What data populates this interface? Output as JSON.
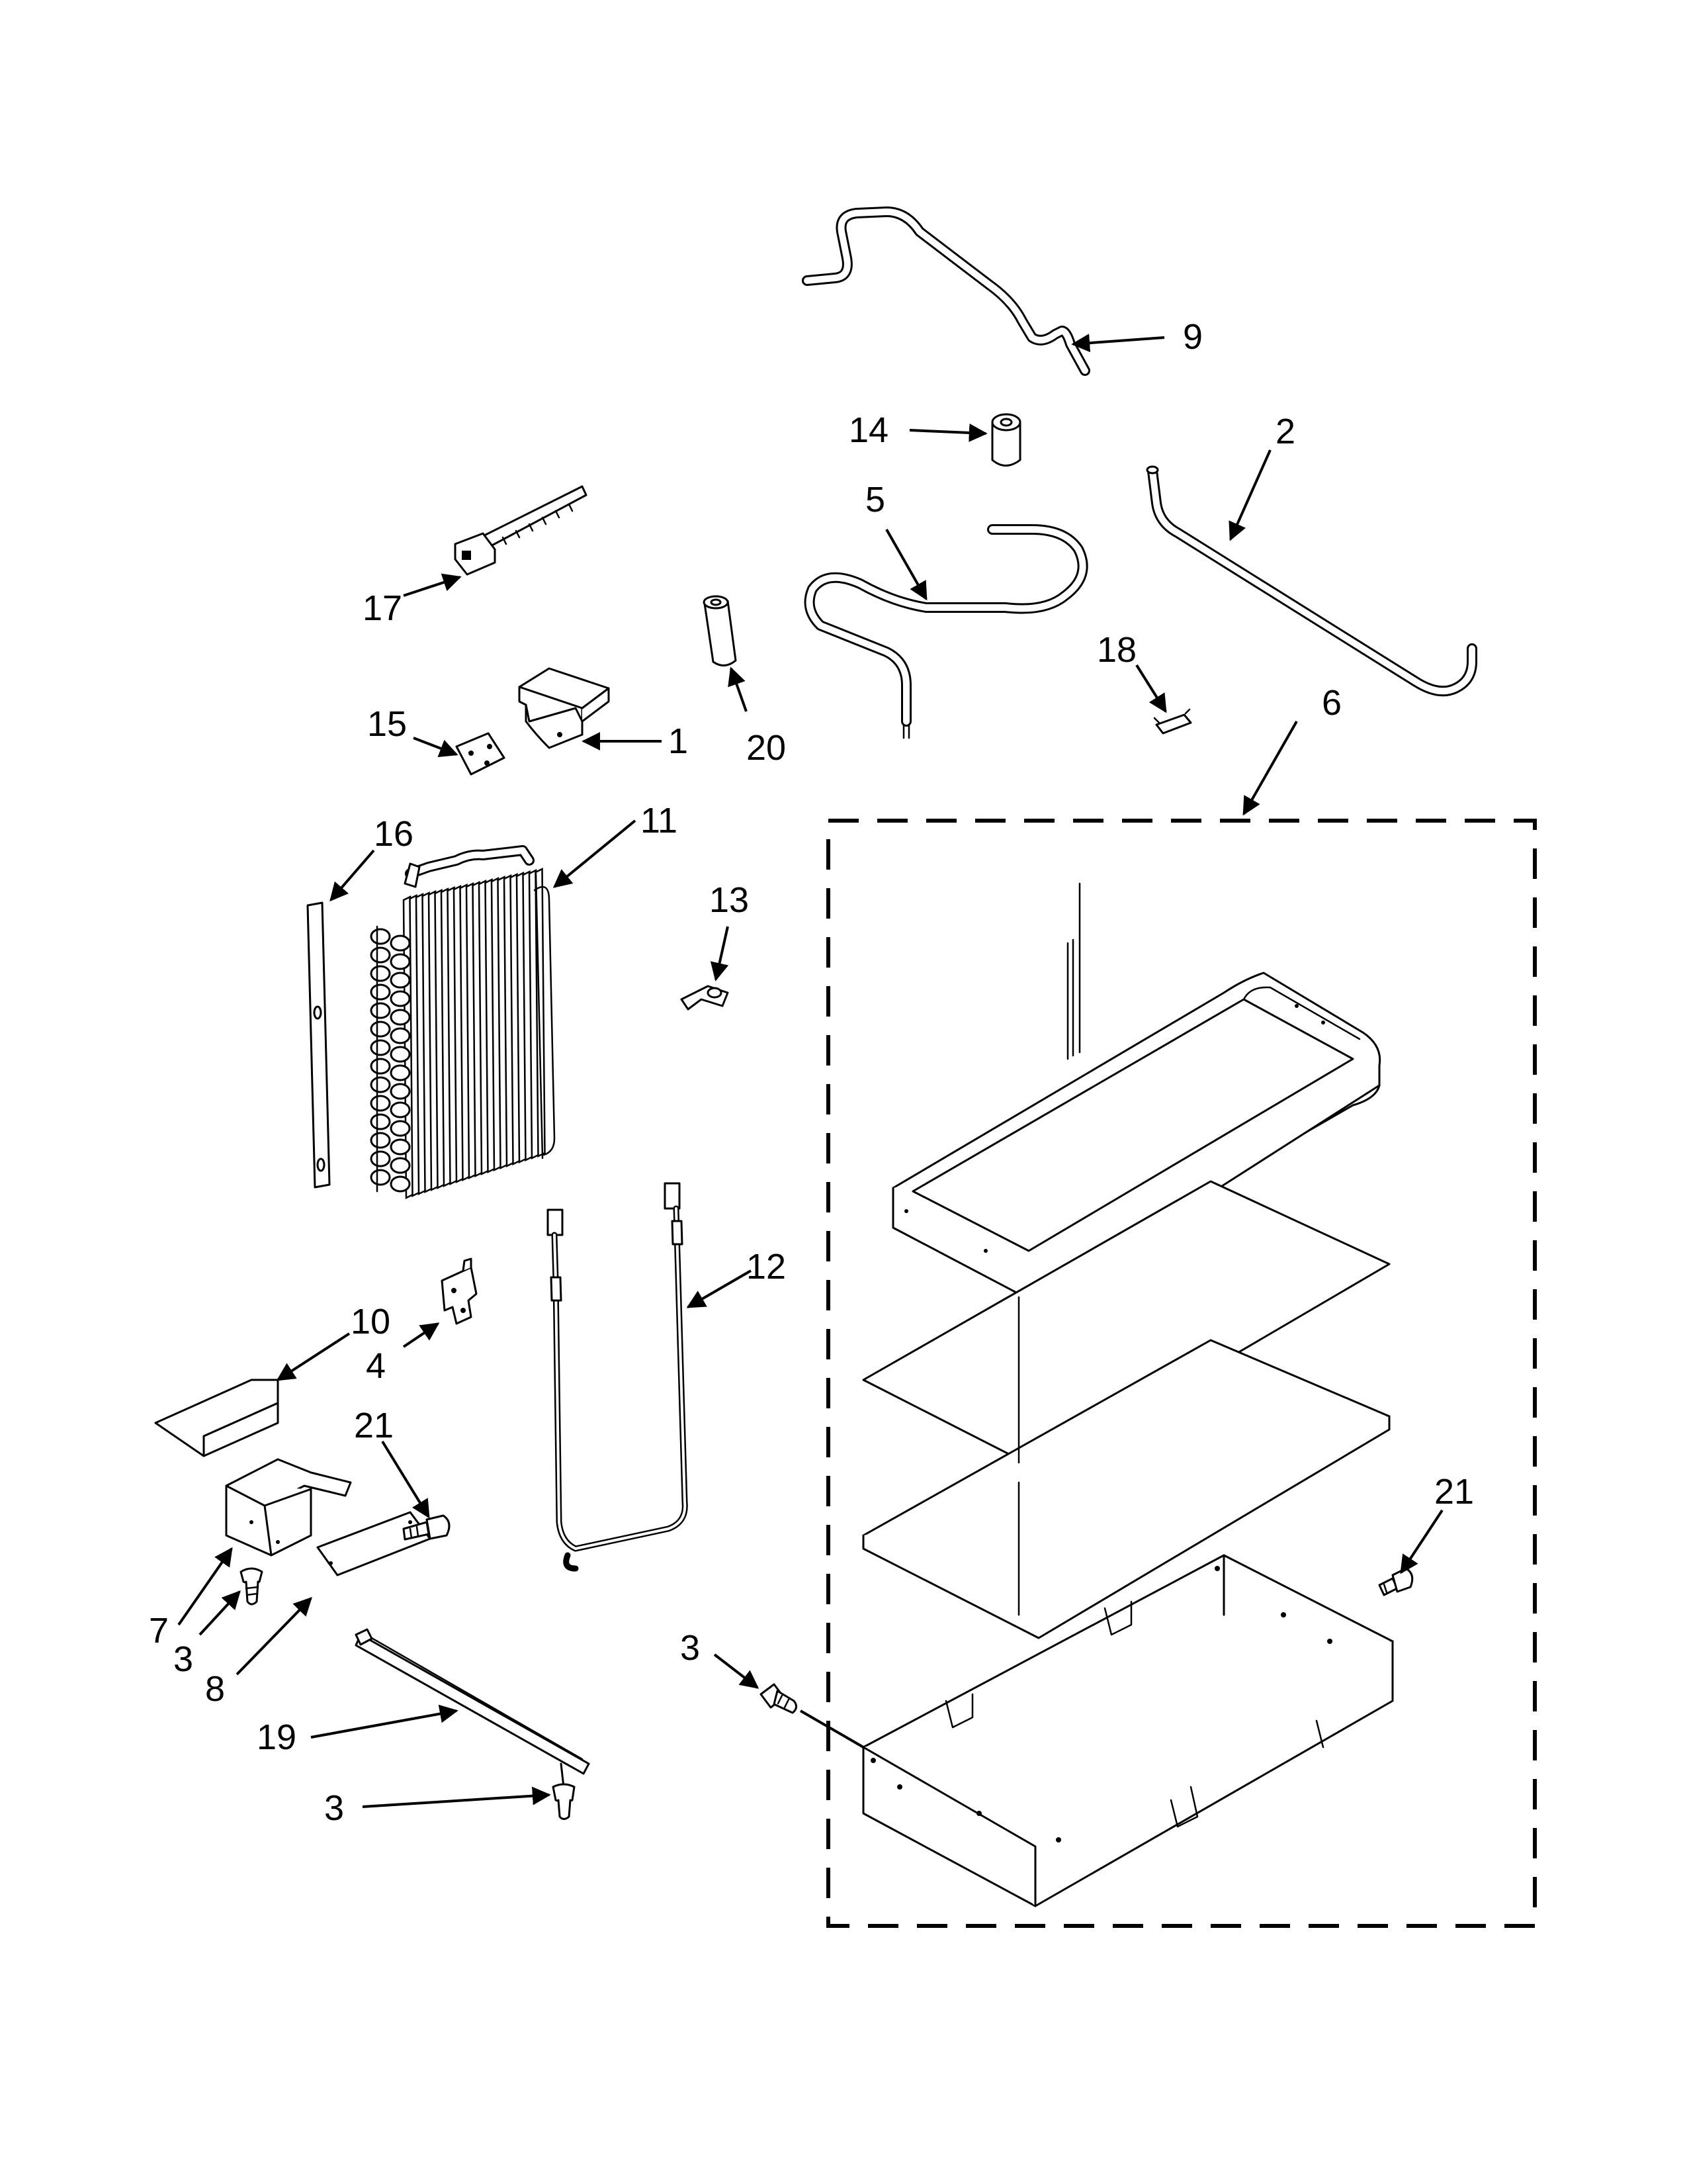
{
  "diagram": {
    "callouts": {
      "c1": "1",
      "c2": "2",
      "c3a": "3",
      "c3b": "3",
      "c3c": "3",
      "c4": "4",
      "c5": "5",
      "c6": "6",
      "c7": "7",
      "c8": "8",
      "c9": "9",
      "c10": "10",
      "c11": "11",
      "c12": "12",
      "c13": "13",
      "c14": "14",
      "c15": "15",
      "c16": "16",
      "c17": "17",
      "c18": "18",
      "c19": "19",
      "c20": "20",
      "c21a": "21",
      "c21b": "21"
    }
  }
}
